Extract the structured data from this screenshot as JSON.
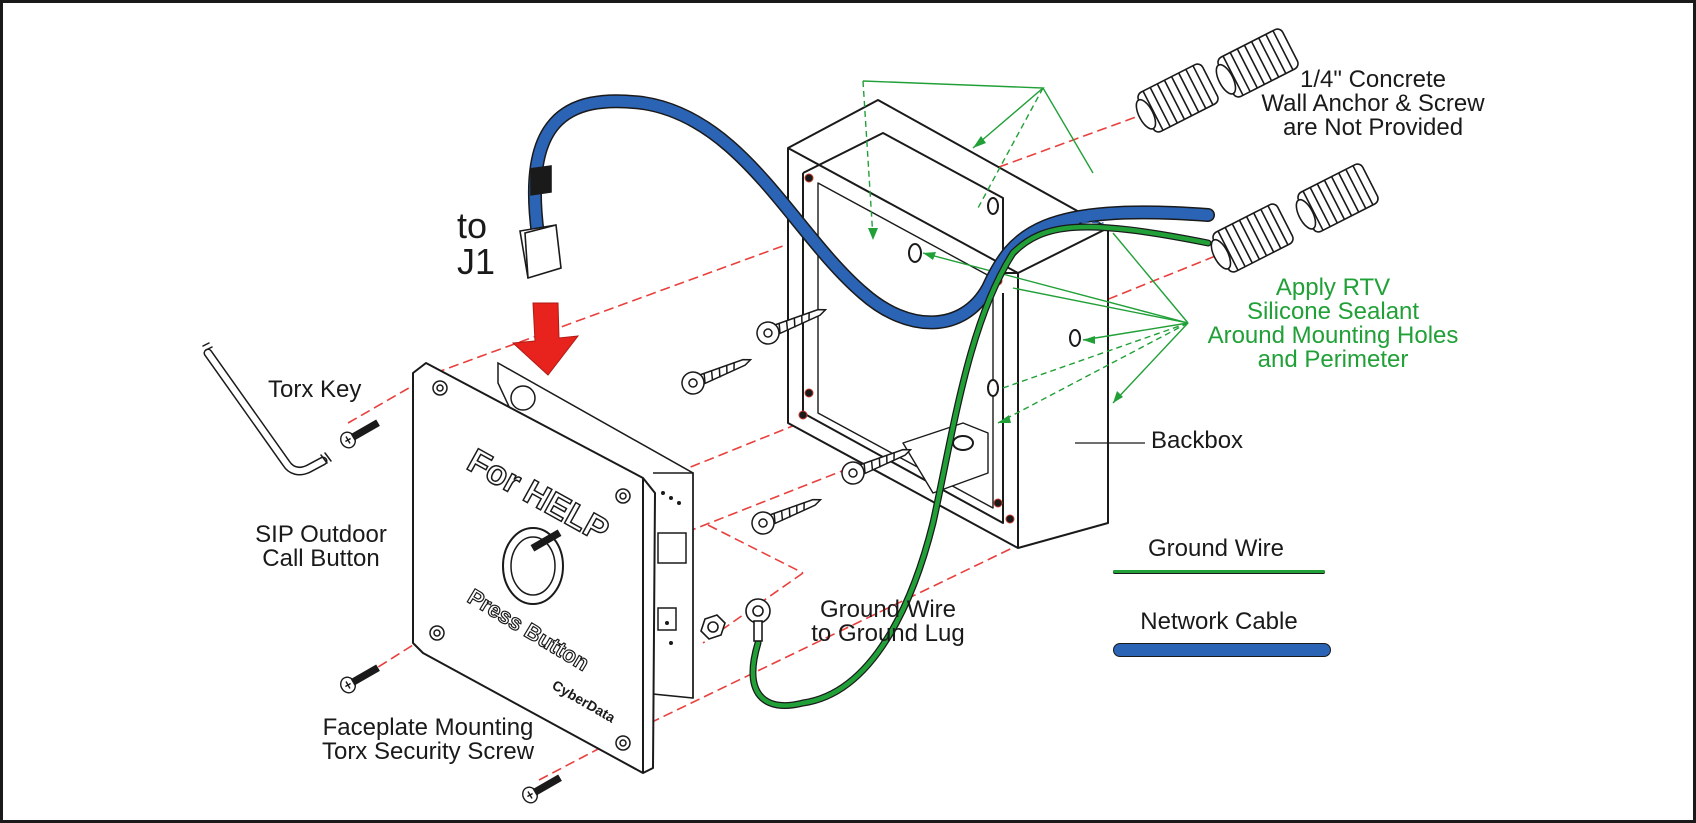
{
  "labels": {
    "to_j1_line1": "to",
    "to_j1_line2": "J1",
    "torx_key": "Torx Key",
    "sip_line1": "SIP Outdoor",
    "sip_line2": "Call Button",
    "faceplate_line1": "Faceplate Mounting",
    "faceplate_line2": "Torx Security Screw",
    "ground_lug_line1": "Ground Wire",
    "ground_lug_line2": "to Ground Lug",
    "backbox": "Backbox",
    "anchor_line1": "1/4\" Concrete",
    "anchor_line2": "Wall Anchor & Screw",
    "anchor_line3": "are Not Provided",
    "rtv_line1": "Apply RTV",
    "rtv_line2": "Silicone Sealant",
    "rtv_line3": "Around Mounting Holes",
    "rtv_line4": "and Perimeter"
  },
  "faceplate": {
    "top_text": "For HELP",
    "bottom_text": "Press Button",
    "brand": "CyberData"
  },
  "legend": {
    "ground_label": "Ground Wire",
    "network_label": "Network Cable"
  },
  "colors": {
    "ground_wire": "#21a038",
    "network_cable": "#2b63b5",
    "guide_lines": "#e8403d",
    "arrow": "#e8231d",
    "outline": "#1a1a1a"
  }
}
